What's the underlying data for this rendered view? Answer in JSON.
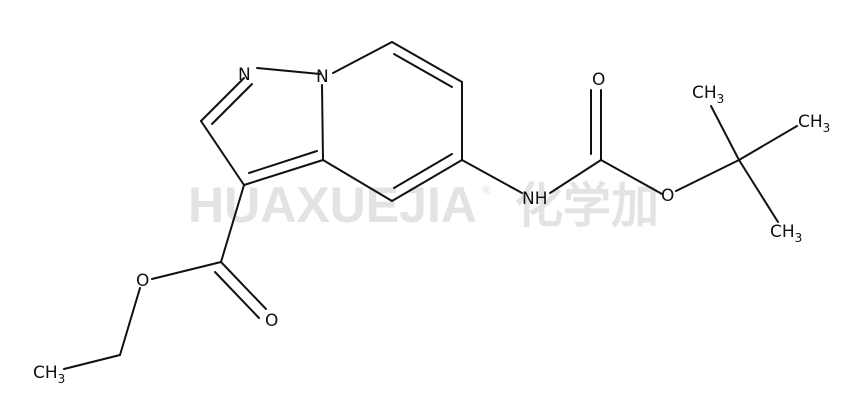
{
  "watermark": {
    "latin": "HUAXUEJIA",
    "registered": "®",
    "chinese": "化学加"
  },
  "atoms": {
    "n_pyrazole": "N",
    "n_bridge": "N",
    "o_carbonyl_boc": "O",
    "o_ether_boc": "O",
    "nh": "NH",
    "ch3_top": {
      "main": "CH",
      "sub": "3"
    },
    "ch3_right": {
      "main": "CH",
      "sub": "3"
    },
    "ch3_bottom": {
      "main": "CH",
      "sub": "3"
    },
    "o_ester_ether": "O",
    "o_ester_carbonyl": "O",
    "ch3_ethyl": {
      "main": "CH",
      "sub": "3"
    }
  },
  "colors": {
    "ink": "#111111",
    "watermark": "#e3e3e3"
  }
}
